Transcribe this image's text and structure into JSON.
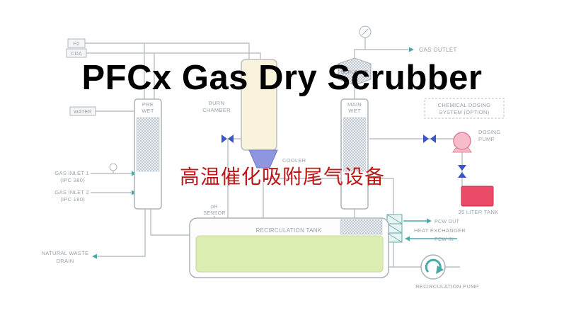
{
  "colors": {
    "pipe": "#b9c0c7",
    "label_text": "#98a1ab",
    "title": "#000000",
    "subtitle": "#c01818",
    "burn_chamber_fill": "#f8f3da",
    "cooler_fill": "#8e96e0",
    "tank_liquid": "#dcedb2",
    "chemical_tank": "#ea4a66",
    "dosing_pump": "#f6bcca",
    "valve": "#3a55c8",
    "flow_arrow": "#4aa8a8"
  },
  "title": "PFCx Gas Dry Scrubber",
  "subtitle": "高温催化吸附尾气设备",
  "diagram": {
    "sources": {
      "h2": "H2",
      "cda": "CDA",
      "water": "WATER"
    },
    "inlets": {
      "gas1": "GAS INLET 1",
      "gas1_ipc": "(IPC 380)",
      "gas2": "GAS INLET 2",
      "gas2_ipc": "(IPC 180)"
    },
    "drain": {
      "line1": "NATURAL WASTE",
      "line2": "DRAIN"
    },
    "pre_wet": {
      "line1": "PRE",
      "line2": "WET"
    },
    "main_wet": {
      "line1": "MAIN",
      "line2": "WET"
    },
    "burn_chamber": {
      "line1": "BURN",
      "line2": "CHAMBER"
    },
    "cooler": "COOLER",
    "scrubber": "SCRUBBER",
    "gas_outlet": "GAS OUTLET",
    "dosing": {
      "box_line1": "CHEMICAL DOSING",
      "box_line2": "SYSTEM (OPTION)",
      "pump_line1": "DOSING",
      "pump_line2": "PUMP",
      "tank": "35 LITER TANK"
    },
    "heat_exchange": {
      "pcw_out": "PCW OUT",
      "label": "HEAT EXCHANGER",
      "pcw_in": "PCW IN"
    },
    "recirculation": {
      "tank": "RECIRCULATION TANK",
      "pump": "RECIRCULATION PUMP",
      "ph_line1": "pH",
      "ph_line2": "SENSOR"
    }
  }
}
